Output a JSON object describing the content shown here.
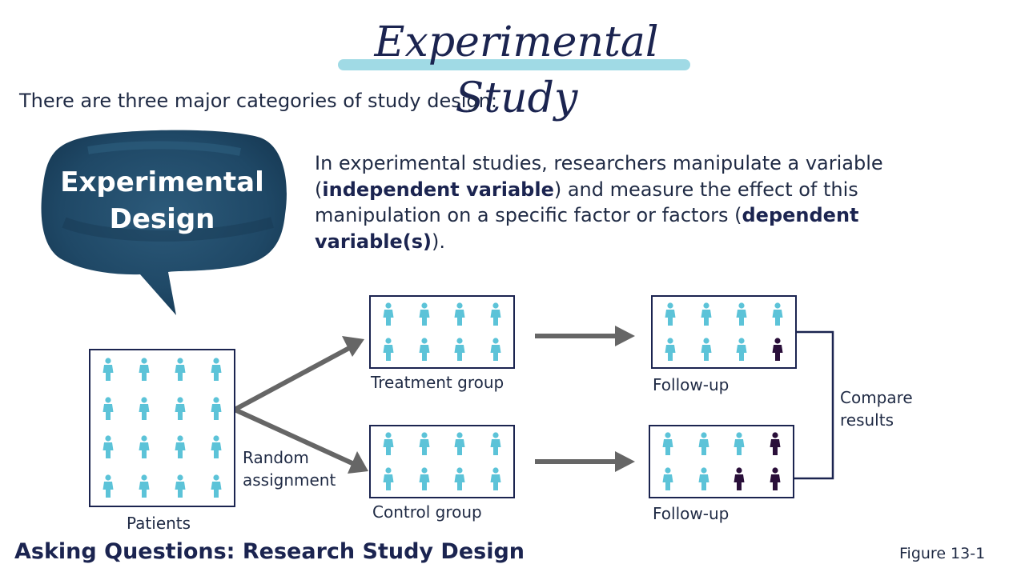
{
  "title": "Experimental Study",
  "intro": "There are three major categories of study design:",
  "bubble": {
    "line1": "Experimental",
    "line2": "Design"
  },
  "description": {
    "p1": "In experimental studies, researchers manipulate a variable (",
    "term1": "independent variable",
    "p2": ") and measure the effect of this manipulation on a specific factor or factors (",
    "term2": "dependent variable(s)",
    "p3": ")."
  },
  "diagram": {
    "patients_label": "Patients",
    "random_assignment": "Random\nassignment",
    "treatment_label": "Treatment group",
    "control_label": "Control group",
    "followup_treatment_label": "Follow-up",
    "followup_control_label": "Follow-up",
    "compare_label": "Compare\nresults",
    "colors": {
      "healthy": "#5cc3d8",
      "affected": "#2a0f3a",
      "arrow": "#666666",
      "border": "#1b2450"
    },
    "groups": {
      "patients": {
        "rows": 4,
        "cols": 4,
        "affected": []
      },
      "treatment": {
        "rows": 2,
        "cols": 4,
        "affected": []
      },
      "control": {
        "rows": 2,
        "cols": 4,
        "affected": []
      },
      "followup_treatment": {
        "rows": 2,
        "cols": 4,
        "affected": [
          [
            1,
            3
          ]
        ]
      },
      "followup_control": {
        "rows": 2,
        "cols": 4,
        "affected": [
          [
            0,
            3
          ],
          [
            1,
            2
          ],
          [
            1,
            3
          ]
        ]
      }
    }
  },
  "footer": "Asking Questions: Research Study Design",
  "figure_label": "Figure 13-1"
}
